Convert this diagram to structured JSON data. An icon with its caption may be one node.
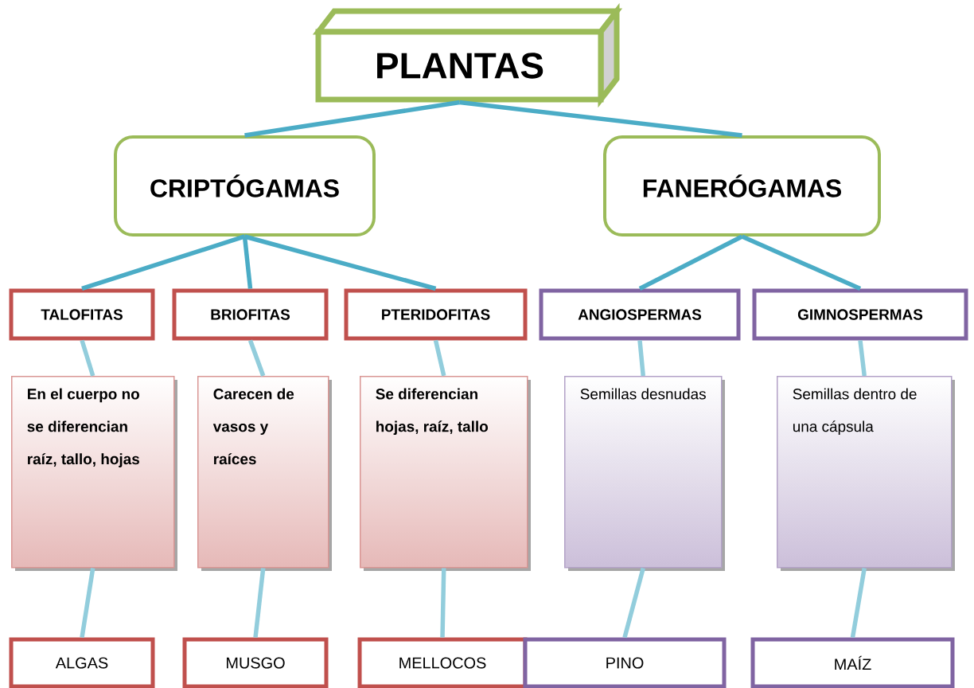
{
  "diagram": {
    "nodes": [
      {
        "text": [
          "PLANTAS"
        ]
      },
      {
        "text": [
          "CRIPTÓGAMAS"
        ]
      },
      {
        "text": [
          "FANERÓGAMAS"
        ]
      },
      {
        "text": [
          "TALOFITAS"
        ]
      },
      {
        "text": [
          "BRIOFITAS"
        ]
      },
      {
        "text": [
          "PTERIDOFITAS"
        ]
      },
      {
        "text": [
          "ANGIOSPERMAS"
        ]
      },
      {
        "text": [
          "GIMNOSPERMAS"
        ]
      },
      {
        "text": [
          "En el cuerpo no se diferencian raíz, tallo, hojas"
        ]
      },
      {
        "text": [
          "Carecen de vasos y raíces"
        ]
      },
      {
        "text": [
          "Se diferencian hojas, raíz, tallo"
        ]
      },
      {
        "text": [
          "Semillas desnudas"
        ]
      },
      {
        "text": [
          "Semillas dentro de una cápsula"
        ]
      },
      {
        "text": [
          "ALGAS"
        ]
      },
      {
        "text": [
          "MUSGO"
        ]
      },
      {
        "text": [
          "MELLOCOS"
        ]
      },
      {
        "text": [
          "PINO"
        ]
      },
      {
        "text": [
          "MAÍZ"
        ]
      }
    ],
    "edges": [
      {
        "from": 0,
        "to": 1,
        "arrow": "none",
        "color": "#4bacc6"
      },
      {
        "from": 0,
        "to": 2,
        "arrow": "none",
        "color": "#4bacc6"
      },
      {
        "from": 1,
        "to": 3,
        "arrow": "none",
        "color": "#4bacc6"
      },
      {
        "from": 1,
        "to": 4,
        "arrow": "none",
        "color": "#4bacc6"
      },
      {
        "from": 1,
        "to": 5,
        "arrow": "none",
        "color": "#4bacc6"
      },
      {
        "from": 2,
        "to": 6,
        "arrow": "none",
        "color": "#4bacc6"
      },
      {
        "from": 2,
        "to": 7,
        "arrow": "none",
        "color": "#4bacc6"
      },
      {
        "from": 3,
        "to": 8,
        "arrow": "none"
      },
      {
        "from": 4,
        "to": 9,
        "arrow": "none"
      },
      {
        "from": 5,
        "to": 10,
        "arrow": "none"
      },
      {
        "from": 6,
        "to": 11,
        "arrow": "none"
      },
      {
        "from": 7,
        "to": 12,
        "arrow": "none"
      },
      {
        "from": 8,
        "to": 13,
        "arrow": "none"
      },
      {
        "from": 9,
        "to": 14,
        "arrow": "none"
      },
      {
        "from": 10,
        "to": 15,
        "arrow": "none"
      },
      {
        "from": 11,
        "to": 16,
        "arrow": "none"
      },
      {
        "from": 12,
        "to": 17,
        "arrow": "none"
      }
    ]
  }
}
